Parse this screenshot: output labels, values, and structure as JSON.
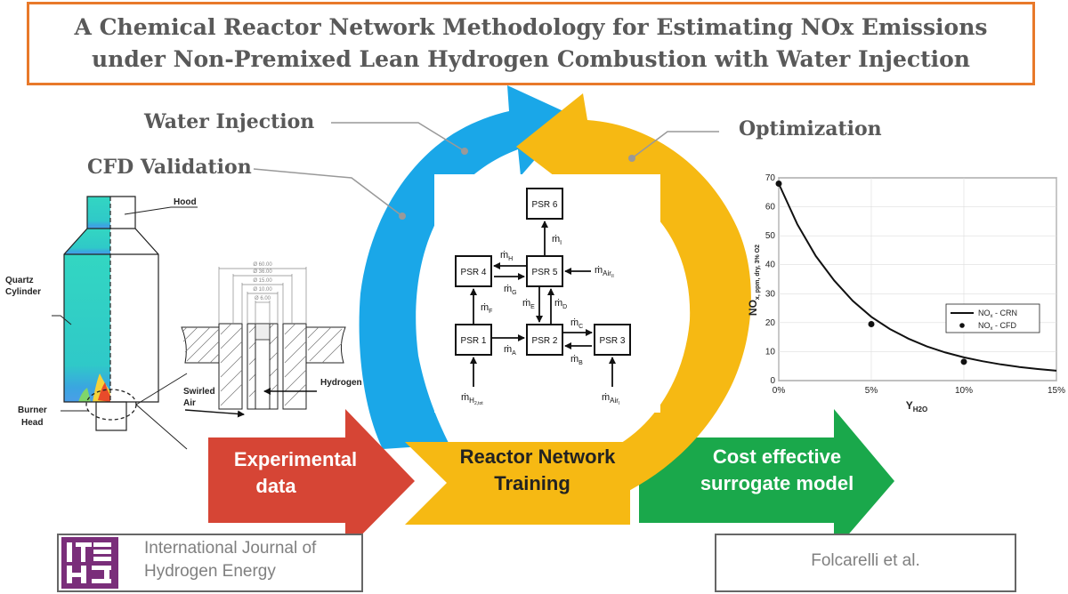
{
  "title": {
    "line1": "A Chemical Reactor Network Methodology for Estimating NOx Emissions",
    "line2": "under Non-Premixed Lean Hydrogen Combustion with Water Injection"
  },
  "labels": {
    "water_injection": "Water Injection",
    "cfd_validation": "CFD Validation",
    "optimization": "Optimization"
  },
  "arrows": {
    "experimental_line1": "Experimental",
    "experimental_line2": "data",
    "training_line1": "Reactor Network",
    "training_line2": "Training",
    "surrogate_line1": "Cost effective",
    "surrogate_line2": "surrogate model"
  },
  "colors": {
    "title_border": "#e8792a",
    "cycle_blue": "#1aa7e8",
    "cycle_yellow": "#f6b913",
    "arrow_red": "#d64535",
    "arrow_green": "#1aa84b",
    "text_gray": "#595959"
  },
  "reactor": {
    "psr1": "PSR 1",
    "psr2": "PSR 2",
    "psr3": "PSR 3",
    "psr4": "PSR 4",
    "psr5": "PSR 5",
    "psr6": "PSR 6",
    "m_A": "A",
    "m_B": "B",
    "m_C": "C",
    "m_D": "D",
    "m_E": "E",
    "m_F": "F",
    "m_G": "G",
    "m_H": "H",
    "m_I": "I",
    "m_air_ii": "Air",
    "m_air_ii_sub": "II",
    "m_air_i": "Air",
    "m_air_i_sub": "I",
    "m_h2": "H",
    "m_h2_sub": "2,tot"
  },
  "burner": {
    "hood": "Hood",
    "quartz1": "Quartz",
    "quartz2": "Cylinder",
    "burner1": "Burner",
    "burner2": "Head",
    "swirled1": "Swirled",
    "swirled2": "Air",
    "hydrogen": "Hydrogen",
    "dims": [
      "Ø 60.00",
      "Ø 36.00",
      "Ø 15.00",
      "Ø 10.00",
      "Ø 6.00"
    ]
  },
  "footer": {
    "journal_line1": "International Journal of",
    "journal_line2": "Hydrogen Energy",
    "authors": "Folcarelli et al."
  },
  "chart_data": {
    "type": "line",
    "xlabel": "Y",
    "xlabel_sub": "H2O",
    "ylabel": "NO",
    "ylabel_sub": "x, ppm, dry, 3% O2",
    "xlim": [
      0,
      15
    ],
    "ylim": [
      0,
      70
    ],
    "x_ticks": [
      0,
      5,
      10,
      15
    ],
    "x_tick_labels": [
      "0%",
      "5%",
      "10%",
      "15%"
    ],
    "y_ticks": [
      0,
      10,
      20,
      30,
      40,
      50,
      60,
      70
    ],
    "grid": true,
    "legend_position": "middle-right",
    "series": [
      {
        "name": "NO",
        "name_sub": "x",
        "name_suffix": " - CRN",
        "kind": "line",
        "x": [
          0,
          1,
          2,
          3,
          4,
          5,
          6,
          7,
          8,
          9,
          10,
          11,
          12,
          13,
          14,
          15
        ],
        "y": [
          68,
          54,
          43,
          34.5,
          27.5,
          22,
          17.8,
          14.5,
          11.8,
          9.7,
          8,
          6.7,
          5.6,
          4.7,
          4,
          3.4
        ]
      },
      {
        "name": "NO",
        "name_sub": "x",
        "name_suffix": " - CFD",
        "kind": "scatter",
        "x": [
          0,
          5,
          10
        ],
        "y": [
          68,
          19.5,
          6.5
        ]
      }
    ]
  }
}
